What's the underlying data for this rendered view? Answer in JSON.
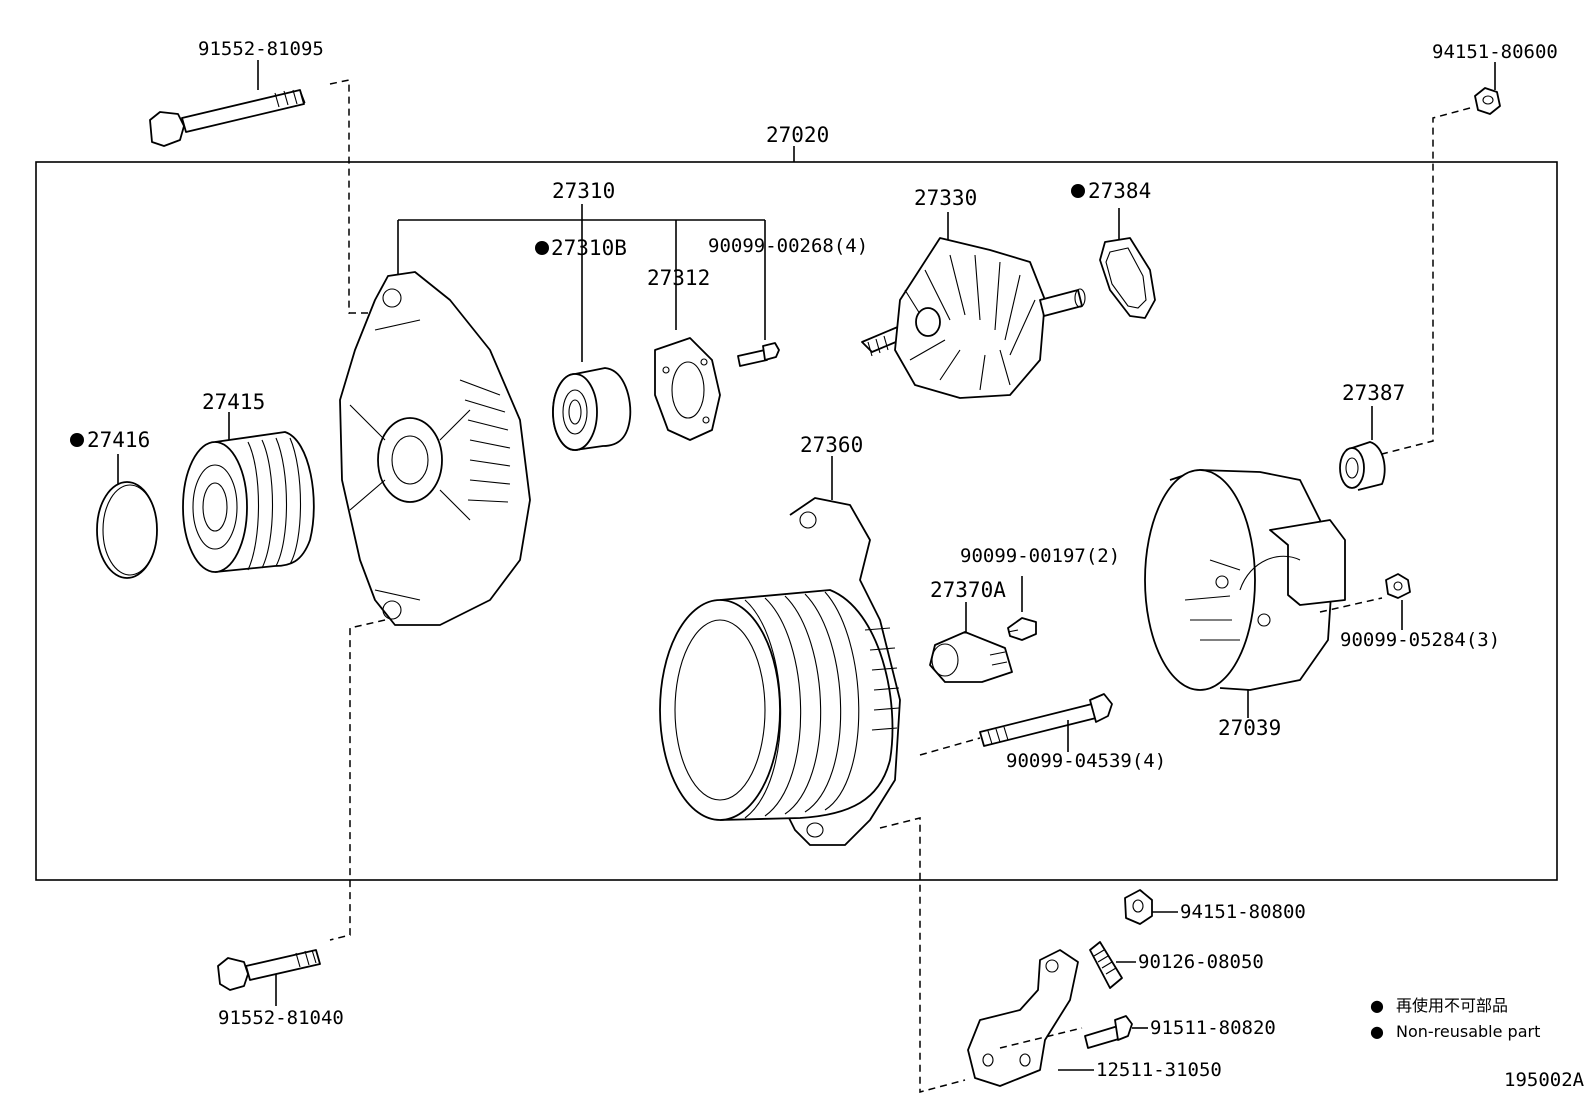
{
  "diagram": {
    "assembly_label": "27020",
    "figure_id": "195002A",
    "legend": {
      "symbol": "●",
      "japanese": "再使用不可部品",
      "english": "Non-reusable part"
    },
    "parts": {
      "p91552_81095": "91552-81095",
      "p94151_80600": "94151-80600",
      "p27310": "27310",
      "p27310B": "27310B",
      "p90099_00268": "90099-00268(4)",
      "p27312": "27312",
      "p27330": "27330",
      "p27384": "27384",
      "p27415": "27415",
      "p27416": "27416",
      "p27387": "27387",
      "p27360": "27360",
      "p90099_00197": "90099-00197(2)",
      "p27370A": "27370A",
      "p90099_05284": "90099-05284(3)",
      "p27039": "27039",
      "p90099_04539": "90099-04539(4)",
      "p94151_80800": "94151-80800",
      "p90126_08050": "90126-08050",
      "p91511_80820": "91511-80820",
      "p12511_31050": "12511-31050",
      "p91552_81040": "91552-81040"
    }
  }
}
